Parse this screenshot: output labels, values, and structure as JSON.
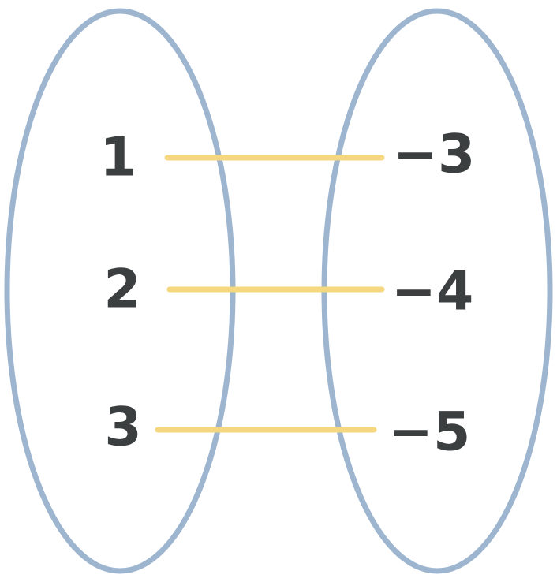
{
  "colors": {
    "set_outline": "#9db5cf",
    "mapping_line": "#f4d77e",
    "text": "#3c3f40"
  },
  "domain": {
    "elements": [
      "1",
      "2",
      "3"
    ]
  },
  "range": {
    "elements": [
      "−3",
      "−4",
      "−5"
    ]
  },
  "mapping": [
    {
      "from": "1",
      "to": "−3"
    },
    {
      "from": "2",
      "to": "−4"
    },
    {
      "from": "3",
      "to": "−5"
    }
  ]
}
